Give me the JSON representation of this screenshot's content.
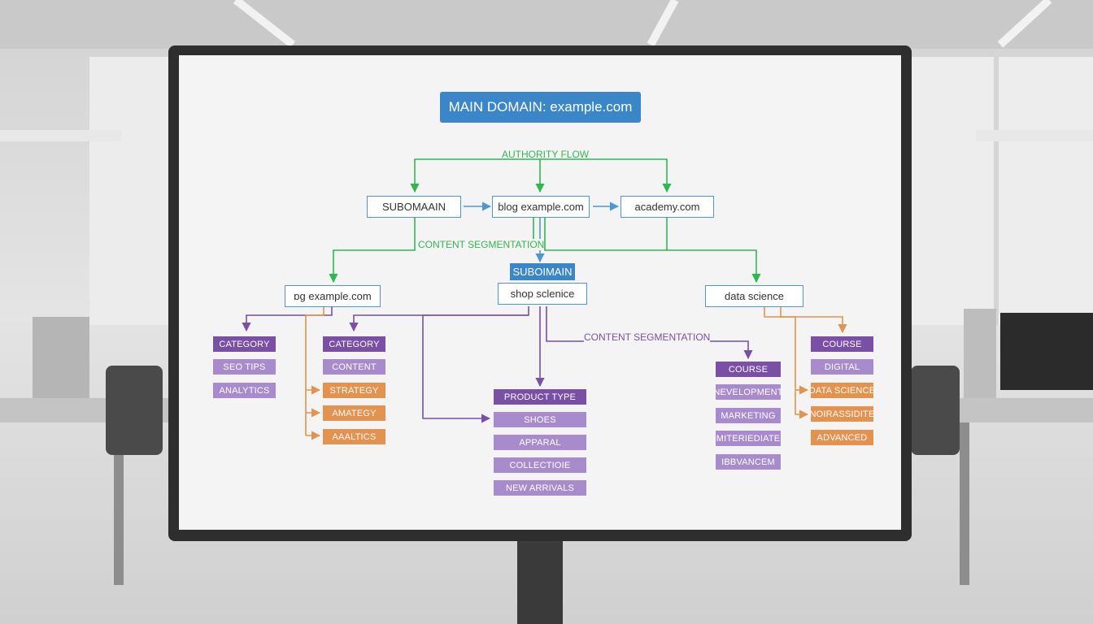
{
  "title": "MAIN DOMAIN: example.com",
  "flow_labels": {
    "authority": "AUTHORITY FLOW",
    "segmentation_top": "CONTENT SEGMENTATION",
    "segmentation_mid": "CONTENT SEGMENTATION"
  },
  "row1": {
    "subdomain": "SUBOMAAIN",
    "blog": "blog example.com",
    "academy": "academy.com"
  },
  "middle": {
    "subdomain_badge": "SUBOIMAIN",
    "shop": "shop sclenice"
  },
  "row2": {
    "left": "ɒg example.com",
    "right": "data science"
  },
  "blog_col1": [
    "CATEGORY",
    "SEO TIPS",
    "ANALYTICS"
  ],
  "blog_col2": [
    "CATEGORY",
    "CONTENT",
    "STRATEGY",
    "AMATEGY",
    "AAALTICS"
  ],
  "shop_col": [
    "PRODUCT TYPE",
    "SHOES",
    "APPARAL",
    "COLLECTIOIE",
    "NEW ARRIVALS"
  ],
  "data_col1": [
    "COURSE",
    "NEVELOPMENT",
    "MARKETING",
    "MITERIEDIATE",
    "IBBVANCEM"
  ],
  "data_col2": [
    "COURSE",
    "DIGITAL",
    "DATA SCIENCE",
    "NOIRASSIDITE",
    "ADVANCED"
  ],
  "colors": {
    "main": "#3a86c8",
    "green": "#2fb84f",
    "purple_dark": "#7a4fa6",
    "purple_light": "#a88bcc",
    "orange": "#e3924f"
  }
}
